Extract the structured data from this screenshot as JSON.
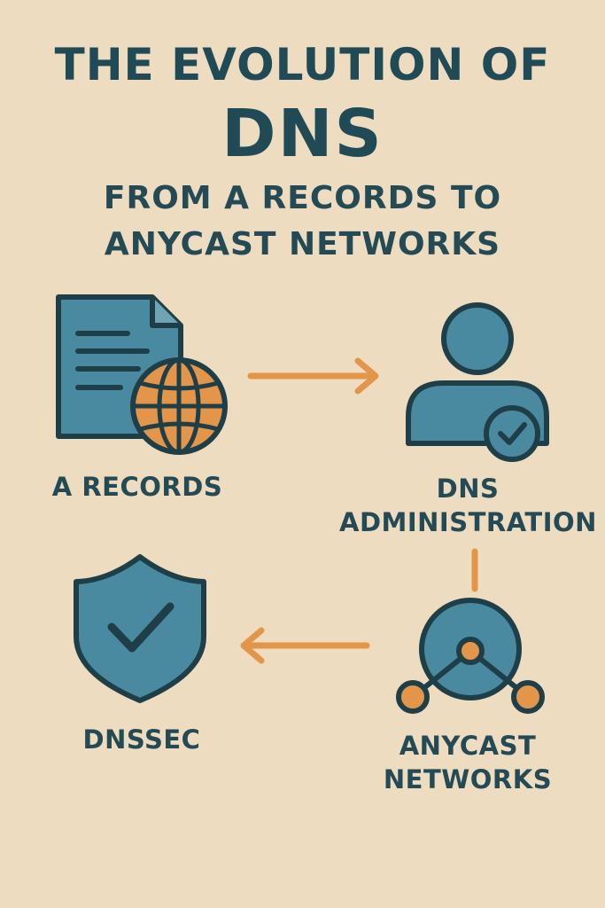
{
  "title": {
    "line1": "THE EVOLUTION OF",
    "line2": "DNS"
  },
  "subtitle": {
    "line1": "FROM A RECORDS TO",
    "line2": "ANYCAST NETWORKS"
  },
  "nodes": {
    "a_records": {
      "label": "A RECORDS",
      "icon": "document-globe-icon"
    },
    "dns_admin": {
      "label_line1": "DNS",
      "label_line2": "ADMINISTRATION",
      "icon": "user-check-icon"
    },
    "anycast": {
      "label_line1": "ANYCAST",
      "label_line2": "NETWORKS",
      "icon": "network-node-icon"
    },
    "dnssec": {
      "label": "DNSSEC",
      "icon": "shield-check-icon"
    }
  },
  "colors": {
    "background": "#eddcbf",
    "primary": "#4a8aa0",
    "outline": "#1f3f48",
    "accent": "#e3954a",
    "text": "#244a55"
  }
}
